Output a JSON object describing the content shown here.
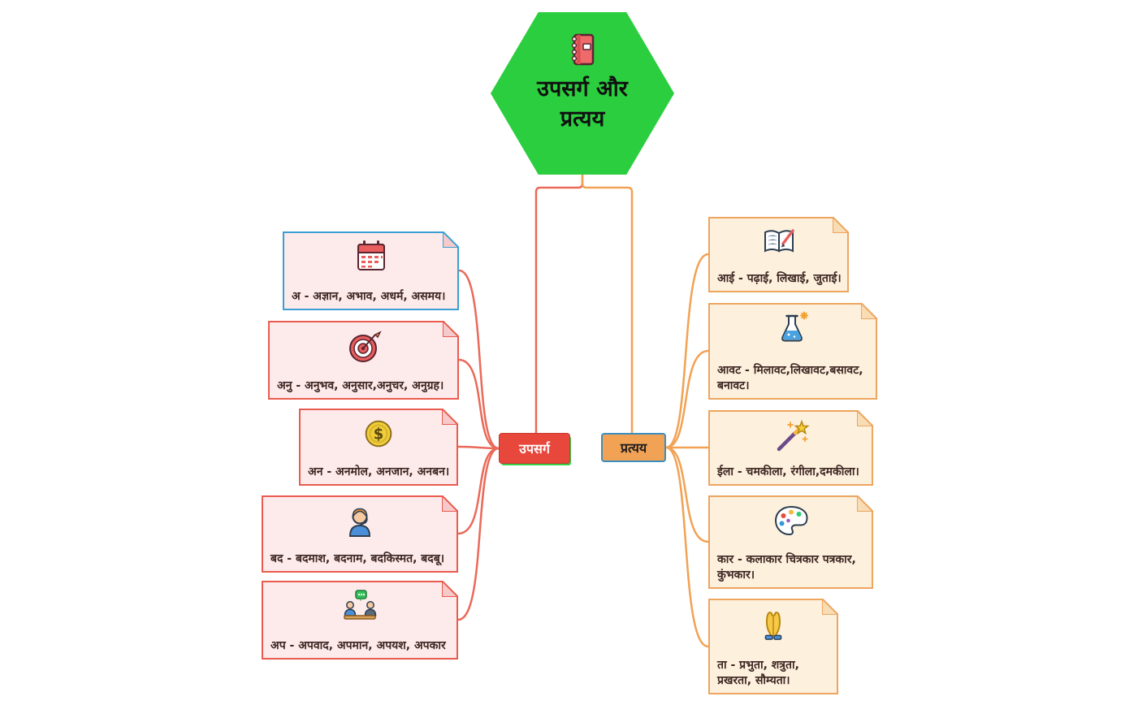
{
  "root": {
    "title_line1": "उपसर्ग और",
    "title_line2": "प्रत्यय",
    "icon": "notebook-icon",
    "color": "#2bce3f"
  },
  "colors": {
    "root_green": "#2bce3f",
    "prefix_node_red": "#e8473c",
    "prefix_node_shadow_green": "#35cf4a",
    "prefix_card_bg": "#fdeaea",
    "prefix_card_border": "#ea5b4f",
    "selected_card_border": "#3b9fd4",
    "suffix_node_orange": "#f2a254",
    "suffix_node_border_blue": "#3a8fc0",
    "suffix_card_bg": "#fdf0dd",
    "suffix_card_border": "#eda55f",
    "edge_left": "#ea6a5a",
    "edge_right": "#f2a254"
  },
  "branches": [
    {
      "id": "upsarg",
      "label": "उपसर्ग",
      "children": [
        {
          "icon": "calendar-icon",
          "text": "अ - अज्ञान, अभाव, अधर्म, असमय।"
        },
        {
          "icon": "target-icon",
          "text": "अनु - अनुभव, अनुसार,अनुचर, अनुग्रह।"
        },
        {
          "icon": "dollar-coin-icon",
          "text": "अन - अनमोल, अनजान, अनबन।"
        },
        {
          "icon": "support-person-icon",
          "text": "बद - बदमाश, बदनाम, बदकिस्मत, बदबू।"
        },
        {
          "icon": "meeting-icon",
          "text": "अप - अपवाद, अपमान, अपयश, अपकार"
        }
      ]
    },
    {
      "id": "pratyay",
      "label": "प्रत्यय",
      "children": [
        {
          "icon": "book-pen-icon",
          "text": "आई - पढ़ाई, लिखाई, जुताई।"
        },
        {
          "icon": "flask-icon",
          "text": "आवट - मिलावट,लिखावट,बसावट, बनावट।"
        },
        {
          "icon": "magic-wand-icon",
          "text": "ईला - चमकीला, रंगीला,दमकीला।"
        },
        {
          "icon": "palette-icon",
          "text": "कार -  कलाकार चित्रकार पत्रकार, कुंभकार।"
        },
        {
          "icon": "praying-hands-icon",
          "text": "ता - प्रभुता, शत्रुता, प्रखरता, सौम्यता।"
        }
      ]
    }
  ]
}
